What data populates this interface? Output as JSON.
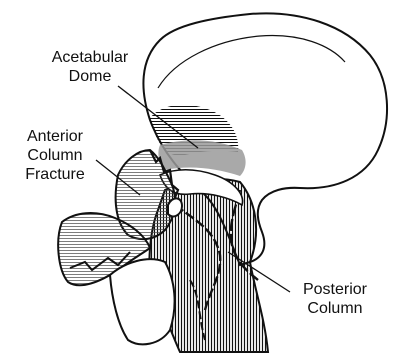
{
  "labels": {
    "acetabular_dome": {
      "line1": "Acetabular",
      "line2": "Dome"
    },
    "anterior_column_fracture": {
      "line1": "Anterior",
      "line2": "Column",
      "line3": "Fracture"
    },
    "posterior_column": {
      "line1": "Posterior",
      "line2": "Column"
    }
  },
  "colors": {
    "ink": "#111111",
    "background": "#ffffff",
    "dome_shade": "#9a9a9a"
  }
}
